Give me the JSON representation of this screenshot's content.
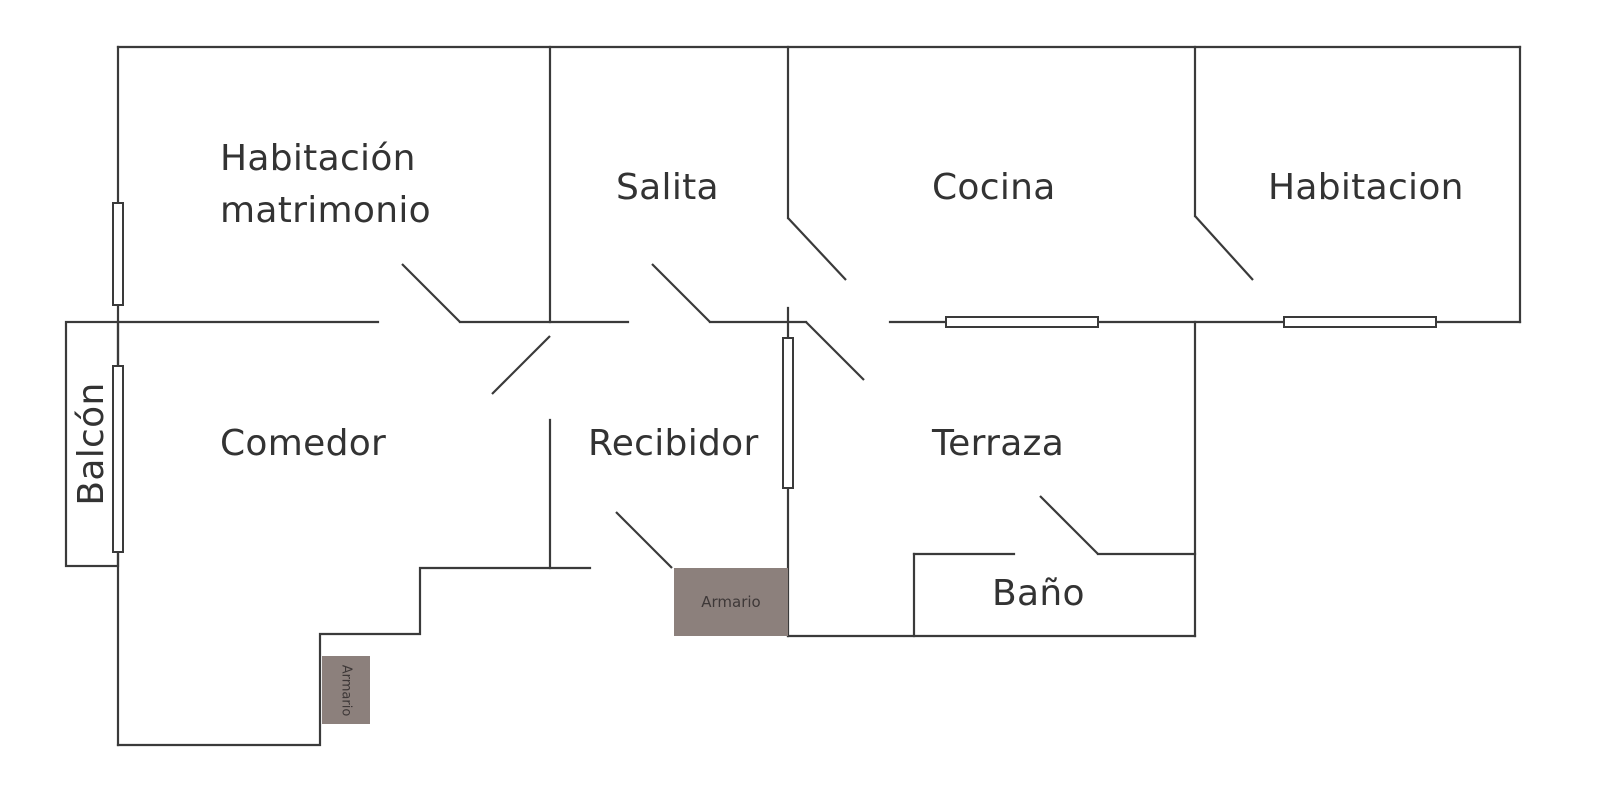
{
  "rooms": {
    "habitacion_matrimonio_line1": "Habitación",
    "habitacion_matrimonio_line2": "matrimonio",
    "salita": "Salita",
    "cocina": "Cocina",
    "habitacion": "Habitacion",
    "comedor": "Comedor",
    "recibidor": "Recibidor",
    "terraza": "Terraza",
    "bano": "Baño",
    "balcon": "Balcón"
  },
  "closets": {
    "armario_recibidor": "Armario",
    "armario_comedor": "Armario"
  },
  "colors": {
    "wall": "#3a3a3a",
    "closet_fill": "#8c807c",
    "text": "#333333"
  }
}
